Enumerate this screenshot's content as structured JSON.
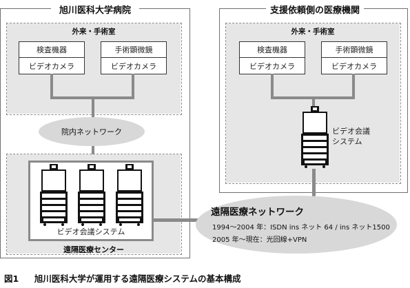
{
  "left_facility": {
    "title": "旭川医科大学病院",
    "room_label": "外来・手術室",
    "devices": [
      {
        "top": "検査機器",
        "bottom": "ビデオカメラ"
      },
      {
        "top": "手術顕微鏡",
        "bottom": "ビデオカメラ"
      }
    ],
    "network_label": "院内ネットワーク",
    "center": {
      "system_label": "ビデオ会議システム",
      "footer_label": "遠隔医療センター"
    }
  },
  "right_facility": {
    "title": "支援依頼側の医療機関",
    "room_label": "外来・手術室",
    "devices": [
      {
        "top": "検査機器",
        "bottom": "ビデオカメラ"
      },
      {
        "top": "手術顕微鏡",
        "bottom": "ビデオカメラ"
      }
    ],
    "system_label_line1": "ビデオ会議",
    "system_label_line2": "システム"
  },
  "network": {
    "title": "遠隔医療ネットワーク",
    "line1": "1994〜2004 年：ISDN ins ネット 64 / ins ネット1500",
    "line2": "2005 年〜現在：光回線+VPN"
  },
  "caption": {
    "number": "図1",
    "text": "旭川医科大学が運用する遠隔医療システムの基本構成"
  },
  "colors": {
    "panel_fill": "#e6e6e6",
    "ellipse_fill": "#d8d8d8",
    "connector": "#8a8a8a"
  }
}
